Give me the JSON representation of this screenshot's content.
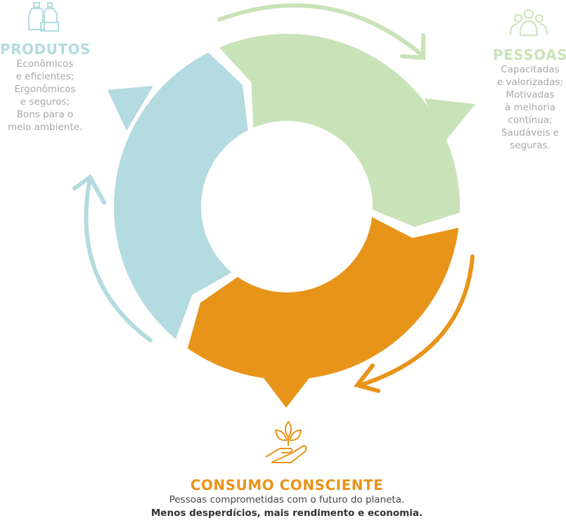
{
  "colors": {
    "blue": "#b3dbe0",
    "green": "#c9e3b8",
    "orange": "#e8941a",
    "text": "#a8a8a8"
  },
  "produtos": {
    "icon": "bottles-icon",
    "title": "PRODUTOS",
    "lines": [
      "Econômicos",
      "e eficientes;",
      "Ergonômicos",
      "e seguros;",
      "Bons para o",
      "meio ambiente."
    ]
  },
  "pessoas": {
    "icon": "people-icon",
    "title": "PESSOAS",
    "lines": [
      "Capacitadas",
      "e valorizadas;",
      "Motivadas",
      "à melhoria",
      "contínua;",
      "Saudáveis e",
      "seguras."
    ]
  },
  "consumo": {
    "icon": "plant-in-hand-icon",
    "title": "CONSUMO CONSCIENTE",
    "line1": "Pessoas comprometidas com o futuro do planeta.",
    "line2": "Menos desperdícios, mais rendimento e economia."
  }
}
